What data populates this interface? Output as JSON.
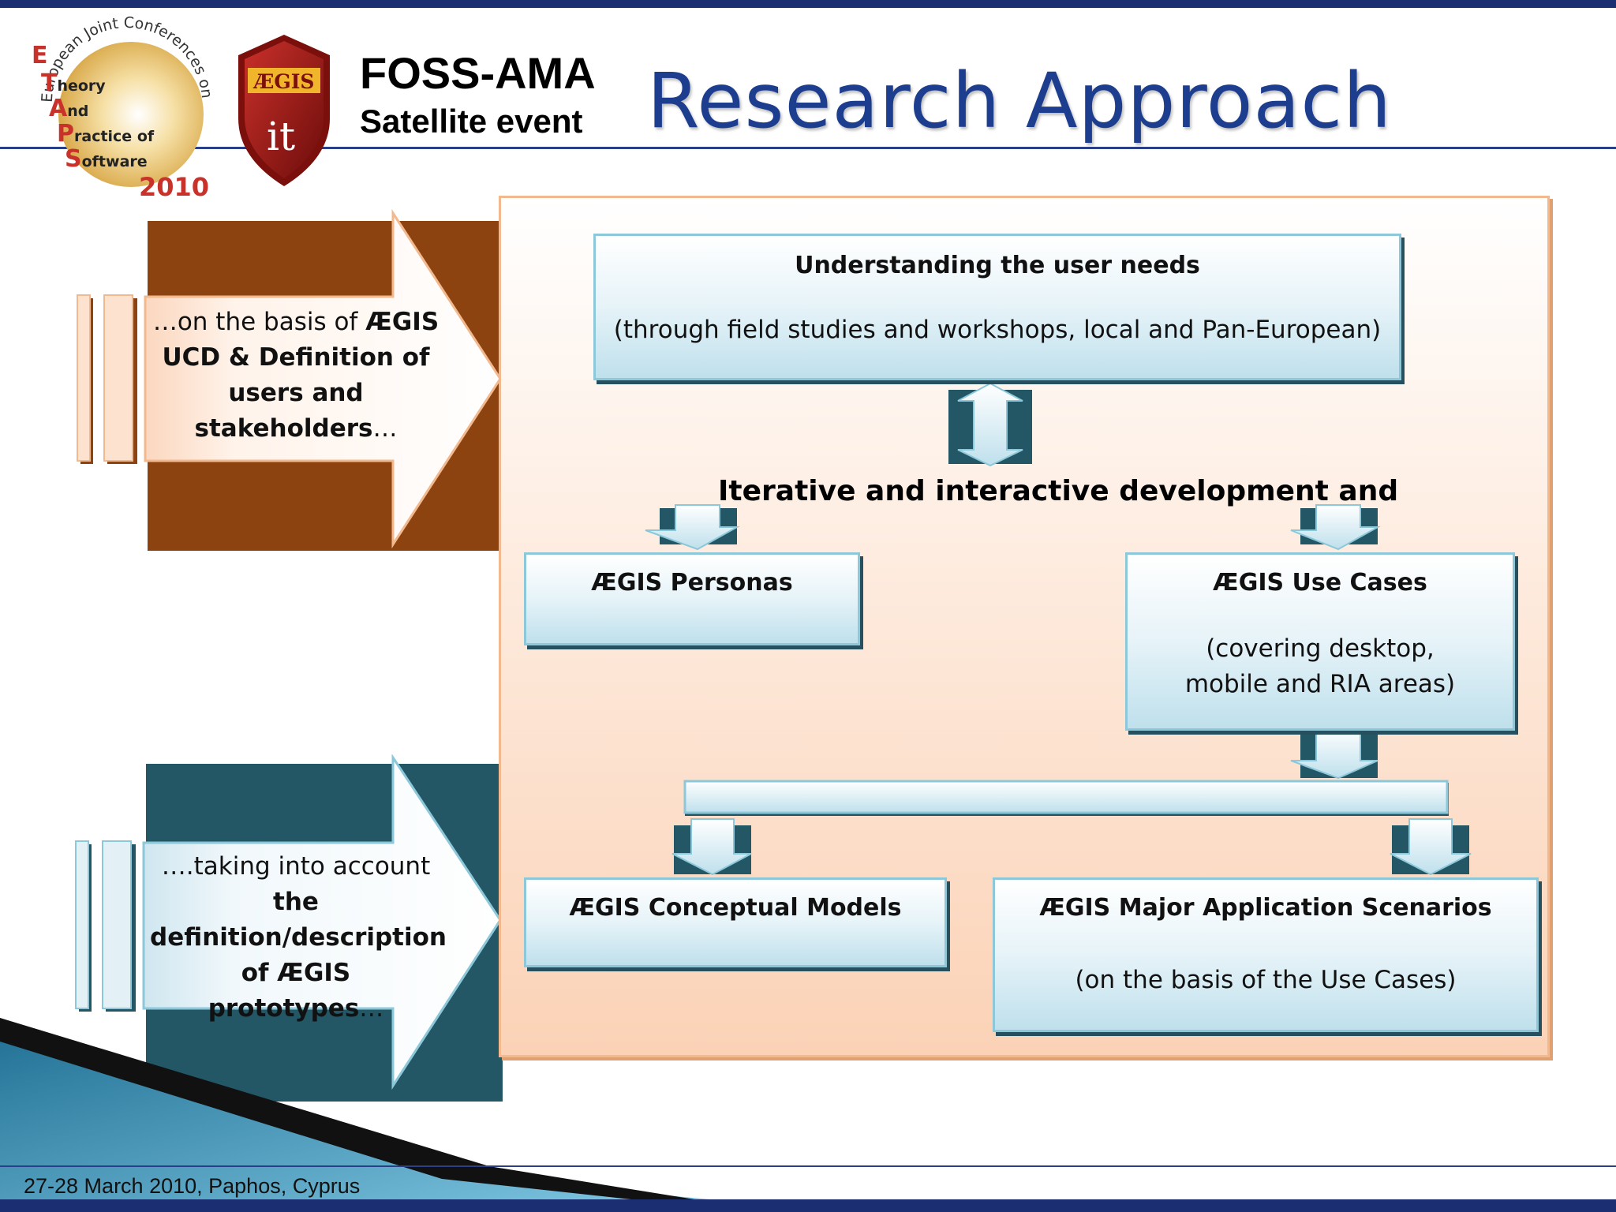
{
  "header": {
    "event_title": "FOSS-AMA",
    "event_subtitle": "Satellite event",
    "slide_title": "Research Approach"
  },
  "logos": {
    "etaps": {
      "arc_text": "European Joint Conferences on",
      "lines": [
        {
          "initial": "E",
          "rest": ""
        },
        {
          "initial": "T",
          "rest": "heory"
        },
        {
          "initial": "A",
          "rest": "nd"
        },
        {
          "initial": "P",
          "rest": "ractice of"
        },
        {
          "initial": "S",
          "rest": "oftware"
        }
      ],
      "year": "2010"
    },
    "aegis": {
      "banner": "ÆGIS",
      "mark": "it"
    }
  },
  "left_arrows": [
    {
      "prefix": "…on the basis of ",
      "bold": "ÆGIS UCD & Definition of users and stakeholders",
      "suffix": "…"
    },
    {
      "prefix": "….taking into account ",
      "bold": "the definition/description of ÆGIS prototypes",
      "suffix": "…"
    }
  ],
  "boxes": {
    "user_needs": {
      "title": "Understanding the user needs",
      "subtitle": "(through field studies and workshops, local and Pan-European)"
    },
    "middle_text": "Iterative and interactive development and",
    "personas": {
      "title": "ÆGIS Personas"
    },
    "use_cases": {
      "title": "ÆGIS Use Cases",
      "subtitle": "(covering desktop, mobile and RIA areas)"
    },
    "conceptual_models": {
      "title": "ÆGIS Conceptual Models"
    },
    "scenarios": {
      "title": "ÆGIS Major Application Scenarios",
      "subtitle": "(on the basis of the Use Cases)"
    }
  },
  "footer": {
    "text": "27-28 March 2010, Paphos, Cyprus"
  },
  "colors": {
    "title_blue": "#1d3e8f",
    "arrow_brown": "#8c4310",
    "arrow_teal": "#235766",
    "panel_border": "#f2b88e",
    "box_border": "#8cc8da"
  }
}
